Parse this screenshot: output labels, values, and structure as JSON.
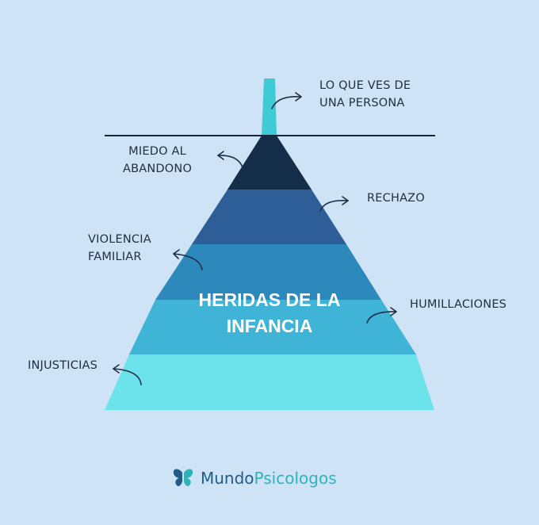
{
  "labels": {
    "surface": [
      "LO QUE VES DE",
      "UNA PERSONA"
    ],
    "fear": [
      "MIEDO AL",
      "ABANDONO"
    ],
    "rejection": [
      "RECHAZO"
    ],
    "violence": [
      "VIOLENCIA",
      "FAMILIAR"
    ],
    "humiliation": [
      "HUMILLACIONES"
    ],
    "injustice": [
      "INJUSTICIAS"
    ]
  },
  "center_title": [
    "HERIDAS DE LA",
    "INFANCIA"
  ],
  "brand": {
    "part1": "Mundo",
    "part2": "Psicologos"
  },
  "colors": {
    "background": "#cfe3f6",
    "tip": "#3fcbd6",
    "layer1": "#142d48",
    "layer2": "#2e5e98",
    "layer3": "#2d88bb",
    "layer4": "#3fb4d6",
    "layer5": "#6ce3ea",
    "brand_dark": "#1f5c87",
    "brand_teal": "#2fb3bb"
  }
}
